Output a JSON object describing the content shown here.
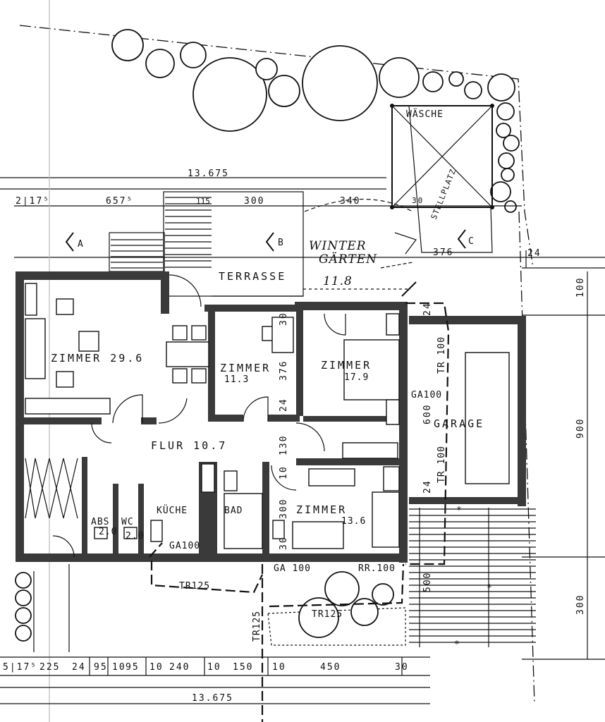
{
  "rooms": {
    "zimmer_main": "ZIMMER 29.6",
    "zimmer_2": "ZIMMER",
    "zimmer_2_area": "11.3",
    "zimmer_3": "ZIMMER",
    "zimmer_3_area": "17.9",
    "zimmer_4": "ZIMMER",
    "zimmer_4_area": "13.6",
    "flur": "FLUR 10.7",
    "kueche": "KÜCHE",
    "bad": "BAD",
    "abs": "ABS",
    "abs_area": "2.0",
    "wc": "WC",
    "wc_area": "2.0",
    "garage": "GARAGE",
    "terrasse": "TERRASSE",
    "waesche": "WÄSCHE",
    "stellplatz": "STELLPLATZ",
    "wintergarten_1": "WINTER",
    "wintergarten_2": "GÄRTEN",
    "wintergarten_area": "11.8"
  },
  "section_markers": {
    "a": "A",
    "b": "B",
    "c": "C"
  },
  "openings": {
    "ga100_garage": "GA100",
    "ga100_kitchen": "GA100",
    "ga100_bottom": "GA 100",
    "rr100": "RR.100",
    "tr100_upper": "TR 100",
    "tr100_lower": "TR 100",
    "tr125_left": "TR125",
    "tr125_vertical": "TR125",
    "tr125_garden": "TR125"
  },
  "dimensions": {
    "total_top": "13.675",
    "total_bottom": "13.675",
    "top_657": "657⁵",
    "top_2_175": "2|17⁵",
    "top_115": "115",
    "top_300": "300",
    "top_340": "340",
    "top_30_shed": "30",
    "top_376_shed": "376",
    "right_24": "24",
    "right_100": "100",
    "right_900": "900",
    "right_300": "300",
    "inner_30_a": "30",
    "inner_376": "376",
    "inner_24_a": "24",
    "inner_130": "130",
    "inner_10": "10",
    "inner_300": "300",
    "inner_30_b": "30",
    "garage_24_top": "24",
    "garage_24_bottom": "24",
    "garage_600": "600",
    "garden_500": "500",
    "bottom_chain": [
      "5|17⁵",
      "225",
      "24",
      "95",
      "10",
      "95",
      "10",
      "240",
      "10",
      "150",
      "10",
      "450",
      "30"
    ]
  }
}
